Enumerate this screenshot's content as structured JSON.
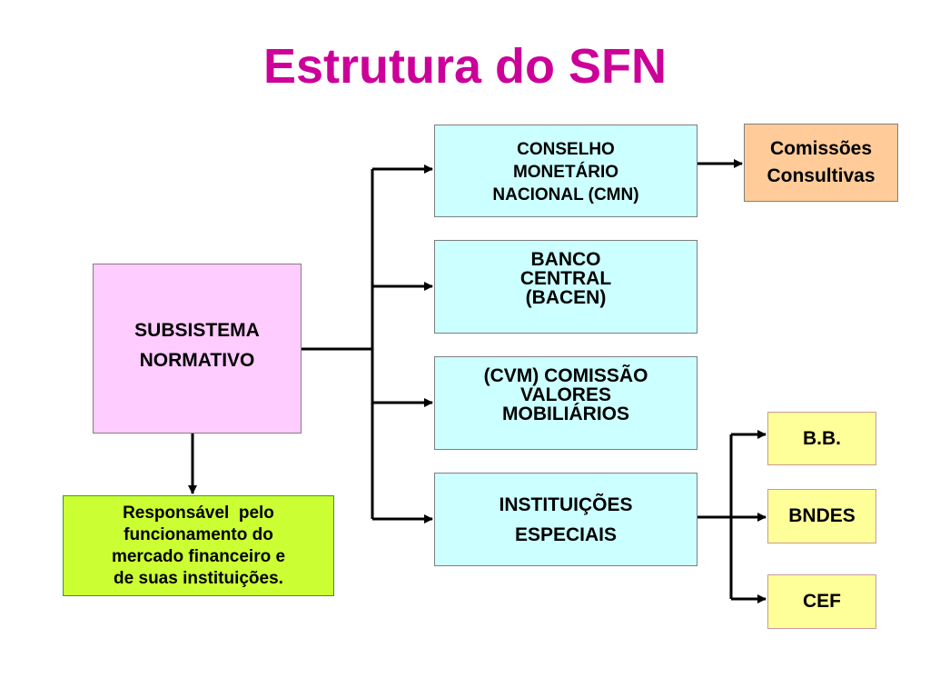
{
  "title": "Estrutura do SFN",
  "boxes": {
    "normativo": [
      "SUBSISTEMA",
      "NORMATIVO"
    ],
    "responsavel": [
      "Responsável  pelo",
      "funcionamento do",
      "mercado financeiro e",
      "de suas instituições."
    ],
    "cmn": [
      "CONSELHO",
      "MONETÁRIO",
      "NACIONAL (CMN)"
    ],
    "bacen": [
      "BANCO",
      "CENTRAL",
      "(BACEN)"
    ],
    "cvm": [
      "(CVM) COMISSÃO",
      "VALORES",
      "MOBILIÁRIOS"
    ],
    "especiais": [
      "INSTITUIÇÕES",
      "ESPECIAIS"
    ],
    "comissoes": [
      "Comissões",
      "Consultivas"
    ],
    "bb": "B.B.",
    "bndes": "BNDES",
    "cef": "CEF"
  },
  "colors": {
    "title": "#cc0099",
    "normativo_fill": "#ffccff",
    "responsavel_fill": "#ccff33",
    "institution_fill": "#ccffff",
    "comissoes_fill": "#ffcc99",
    "bank_fill": "#ffff99"
  }
}
